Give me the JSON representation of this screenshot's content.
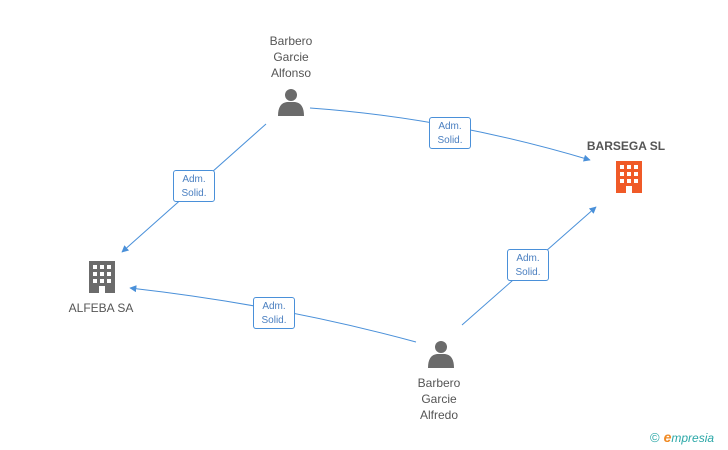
{
  "nodes": [
    {
      "id": "p1",
      "kind": "person",
      "label": "Barbero\nGarcie\nAlfonso",
      "color": "#6b6b6b"
    },
    {
      "id": "c1",
      "kind": "company",
      "label": "BARSEGA SL",
      "color": "#f05a28",
      "highlight": true
    },
    {
      "id": "c2",
      "kind": "company",
      "label": "ALFEBA SA",
      "color": "#6b6b6b"
    },
    {
      "id": "p2",
      "kind": "person",
      "label": "Barbero\nGarcie\nAlfredo",
      "color": "#6b6b6b"
    }
  ],
  "edges": [
    {
      "from": "p1",
      "to": "c1",
      "label": "Adm.\nSolid."
    },
    {
      "from": "p1",
      "to": "c2",
      "label": "Adm.\nSolid."
    },
    {
      "from": "p2",
      "to": "c2",
      "label": "Adm.\nSolid."
    },
    {
      "from": "p2",
      "to": "c1",
      "label": "Adm.\nSolid."
    }
  ],
  "colors": {
    "edge": "#4a90d9",
    "person": "#6b6b6b",
    "company_default": "#6b6b6b",
    "company_highlight": "#f05a28"
  },
  "brand": {
    "copyright": "©",
    "name_initial": "e",
    "name_rest": "mpresia"
  }
}
